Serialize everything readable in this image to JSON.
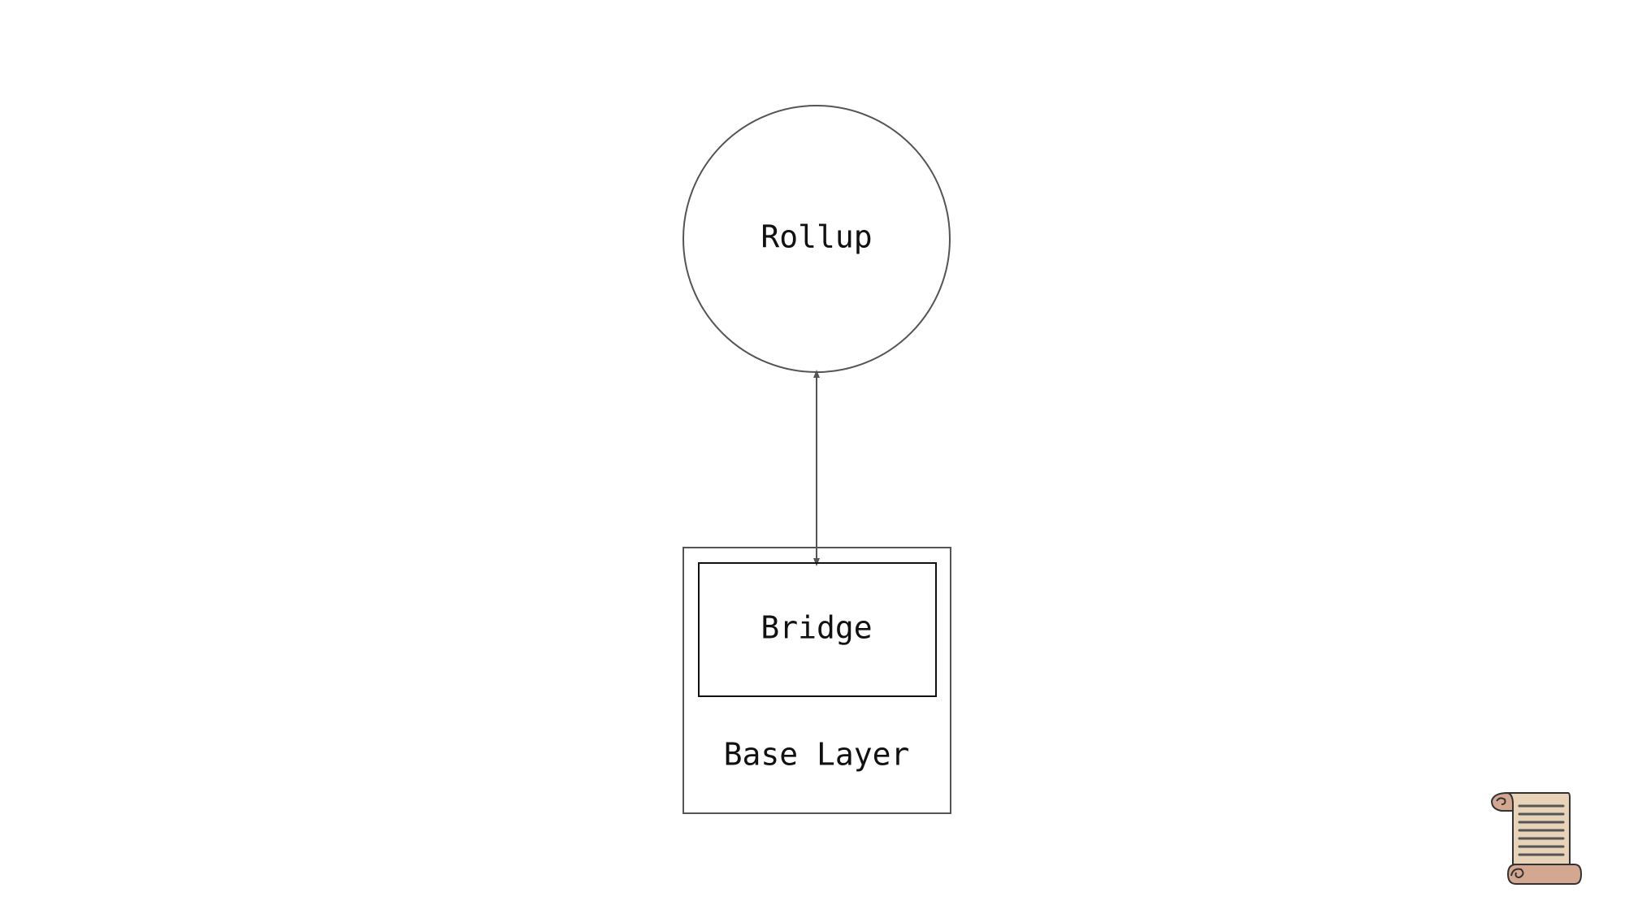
{
  "diagram": {
    "nodes": {
      "rollup": {
        "label": "Rollup",
        "shape": "circle"
      },
      "bridge": {
        "label": "Bridge",
        "shape": "rectangle"
      },
      "base_layer": {
        "label": "Base Layer",
        "shape": "rectangle",
        "contains": [
          "bridge"
        ]
      }
    },
    "edges": [
      {
        "from": "rollup",
        "to": "bridge",
        "direction": "bidirectional"
      }
    ],
    "colors": {
      "stroke": "#555555",
      "inner_stroke": "#111111",
      "text": "#111111",
      "scroll_fill": "#e8d2b8",
      "scroll_roll": "#d4a790"
    },
    "icons": {
      "corner_icon": "scroll-icon"
    }
  }
}
